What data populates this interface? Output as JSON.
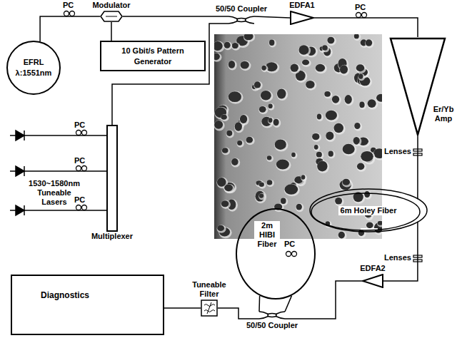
{
  "diagram": {
    "nodes": [
      {
        "text": [
          "EFRL",
          "λ:1551nm"
        ]
      },
      {
        "text": [
          "Modulator"
        ]
      },
      {
        "text": [
          "50/50 Coupler"
        ]
      },
      {
        "text": [
          "EDFA1"
        ]
      },
      {
        "text": [
          "10 Gbit/s Pattern Generator"
        ]
      },
      {
        "text": [
          "Er/Yb Amp"
        ]
      },
      {
        "text": [
          "Multiplexer"
        ]
      },
      {
        "text": [
          "6m Holey Fiber"
        ]
      },
      {
        "text": [
          "2m HIBI Fiber"
        ]
      },
      {
        "text": [
          "EDFA2"
        ]
      },
      {
        "text": [
          "Tuneable Filter"
        ]
      },
      {
        "text": [
          "Diagnostics"
        ]
      },
      {
        "text": [
          "50/50 Coupler"
        ]
      }
    ],
    "edges": [
      {
        "from": 0,
        "to": 1,
        "arrow": "none"
      },
      {
        "from": 1,
        "to": 4,
        "arrow": "none"
      },
      {
        "from": 1,
        "to": 2,
        "arrow": "none"
      },
      {
        "from": 6,
        "to": 2,
        "arrow": "none"
      },
      {
        "from": 2,
        "to": 3,
        "arrow": "none"
      },
      {
        "from": 3,
        "to": 5,
        "arrow": "none"
      },
      {
        "from": 5,
        "to": 7,
        "arrow": "none"
      },
      {
        "from": 7,
        "to": 9,
        "arrow": "none"
      },
      {
        "from": 9,
        "to": 12,
        "arrow": "none"
      },
      {
        "from": 12,
        "to": 8,
        "arrow": "none"
      },
      {
        "from": 12,
        "to": 8,
        "arrow": "none"
      },
      {
        "from": 12,
        "to": 10,
        "arrow": "none"
      },
      {
        "from": 10,
        "to": 11,
        "arrow": "none"
      }
    ],
    "labels": [
      "PC",
      "PC",
      "PC",
      "PC",
      "1530~1580nm Tuneable Lasers",
      "PC",
      "Lenses",
      "PC",
      "Lenses"
    ]
  }
}
